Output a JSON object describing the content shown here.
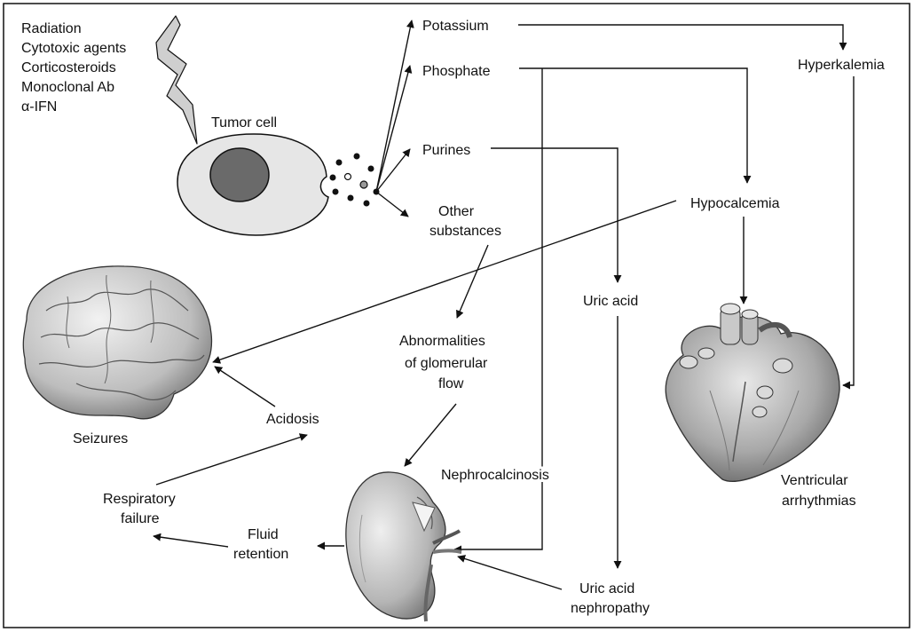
{
  "triggers": [
    "Radiation",
    "Cytotoxic agents",
    "Corticosteroids",
    "Monoclonal Ab",
    "α-IFN"
  ],
  "labels": {
    "tumor_cell": "Tumor cell",
    "potassium": "Potassium",
    "phosphate": "Phosphate",
    "purines": "Purines",
    "other_1": "Other",
    "other_2": "substances",
    "hyperkalemia": "Hyperkalemia",
    "hypocalcemia": "Hypocalcemia",
    "uric_acid": "Uric acid",
    "abn_1": "Abnormalities",
    "abn_2": "of glomerular",
    "abn_3": "flow",
    "seizures": "Seizures",
    "acidosis": "Acidosis",
    "resp_1": "Respiratory",
    "resp_2": "failure",
    "fluid_1": "Fluid",
    "fluid_2": "retention",
    "nephrocalcinosis": "Nephrocalcinosis",
    "uan_1": "Uric acid",
    "uan_2": "nephropathy",
    "vent_1": "Ventricular",
    "vent_2": "arrhythmias"
  },
  "icons": {
    "brain": "brain-illustration",
    "kidney": "kidney-illustration",
    "heart": "heart-illustration",
    "lightning": "lightning-bolt"
  },
  "colors": {
    "stroke": "#111111",
    "cell_fill": "#e6e6e6",
    "nucleus_fill": "#6a6a6a",
    "organ_light": "#d9d9d9",
    "organ_dark": "#8a8a8a"
  }
}
